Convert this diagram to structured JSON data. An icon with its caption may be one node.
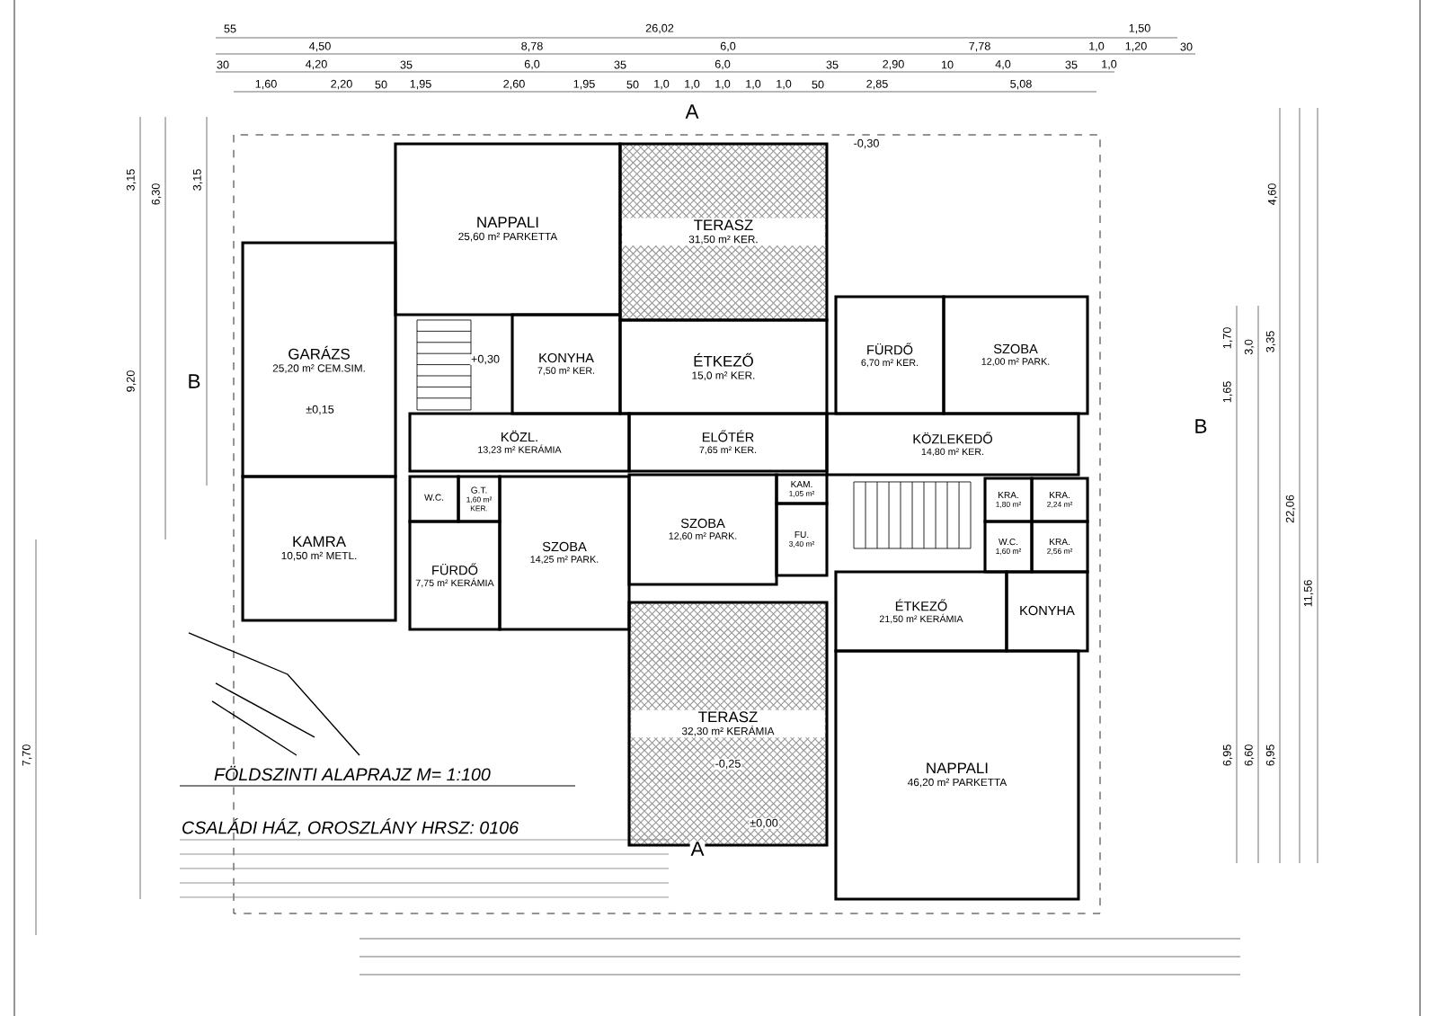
{
  "diagram": {
    "title": "FÖLDSZINTI ALAPRAJZ  M= 1:100",
    "caption": "CSALÁDI HÁZ, OROSZLÁNY HRSZ: 0106",
    "nodes": [
      {
        "text": [
          "NAPPALI",
          "25,60 m² PARKETTA"
        ]
      },
      {
        "text": [
          "TERASZ",
          "31,50 m² KER."
        ]
      },
      {
        "text": [
          "GARÁZS",
          "25,20 m² CEM.SIM."
        ]
      },
      {
        "text": [
          "KONYHA",
          "7,50 m² KER."
        ]
      },
      {
        "text": [
          "ÉTKEZŐ",
          "15,0 m² KER."
        ]
      },
      {
        "text": [
          "KÖZL.",
          "13,23 m² KERÁMIA"
        ]
      },
      {
        "text": [
          "ELŐTÉR",
          "7,65 m² KER."
        ]
      },
      {
        "text": [
          "FÜRDŐ",
          "6,70 m² KER."
        ]
      },
      {
        "text": [
          "SZOBA",
          "12,00 m² PARK."
        ]
      },
      {
        "text": [
          "KÖZLEKEDŐ",
          "14,80 m² KER."
        ]
      },
      {
        "text": [
          "KAMRA",
          "10,50 m² METL."
        ]
      },
      {
        "text": [
          "W.C."
        ]
      },
      {
        "text": [
          "G.T.",
          "1,60 m² KER."
        ]
      },
      {
        "text": [
          "FÜRDŐ",
          "7,75 m² KERÁMIA"
        ]
      },
      {
        "text": [
          "SZOBA",
          "14,25 m² PARK."
        ]
      },
      {
        "text": [
          "SZOBA",
          "12,60 m² PARK."
        ]
      },
      {
        "text": [
          "KAM.",
          "1,05 m²"
        ]
      },
      {
        "text": [
          "FU.",
          "3,40 m²"
        ]
      },
      {
        "text": [
          "KRA.",
          "1,80 m²"
        ]
      },
      {
        "text": [
          "KRA.",
          "2,24 m²"
        ]
      },
      {
        "text": [
          "W.C.",
          "1,60 m²"
        ]
      },
      {
        "text": [
          "KRA.",
          "2,56 m²"
        ]
      },
      {
        "text": [
          "ÉTKEZŐ",
          "21,50 m² KERÁMIA"
        ]
      },
      {
        "text": [
          "KONYHA"
        ]
      },
      {
        "text": [
          "TERASZ",
          "32,30 m² KERÁMIA"
        ]
      },
      {
        "text": [
          "NAPPALI",
          "46,20 m² PARKETTA"
        ]
      }
    ],
    "labels": [
      "55",
      "26,02",
      "1,50",
      "4,50",
      "8,78",
      "6,0",
      "7,78",
      "1,0",
      "1,20",
      "30",
      "30",
      "4,20",
      "35",
      "6,0",
      "35",
      "6,0",
      "35",
      "2,90",
      "10",
      "4,0",
      "35",
      "1,0",
      "1,60",
      "2,20",
      "50",
      "1,95",
      "2,60",
      "1,95",
      "50",
      "1,0",
      "1,0",
      "1,0",
      "1,0",
      "1,0",
      "50",
      "2,85",
      "5,08",
      "4,60",
      "1,70",
      "3,0",
      "3,35",
      "1,65",
      "22,06",
      "11,56",
      "6,95",
      "6,60",
      "6,95",
      "3,15",
      "6,30",
      "3,15",
      "9,20",
      "7,70",
      "-0,30",
      "±0,15",
      "+0,30",
      "-0,25",
      "±0,00",
      "A",
      "A",
      "B",
      "B"
    ]
  }
}
